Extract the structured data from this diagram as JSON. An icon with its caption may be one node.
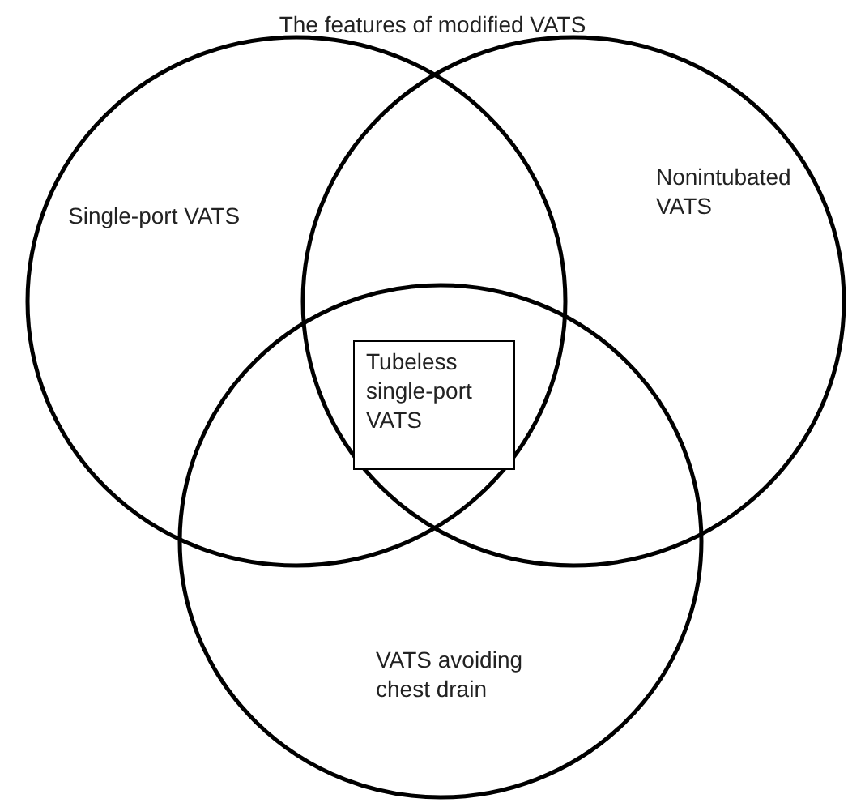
{
  "diagram": {
    "title": "The features of modified VATS",
    "nodes": [
      {
        "text": [
          "Single-port VATS"
        ]
      },
      {
        "text": [
          "Nonintubated VATS"
        ]
      },
      {
        "text": [
          "VATS avoiding chest drain"
        ]
      },
      {
        "text": [
          "Tubeless single-port VATS"
        ]
      }
    ],
    "edges": []
  }
}
